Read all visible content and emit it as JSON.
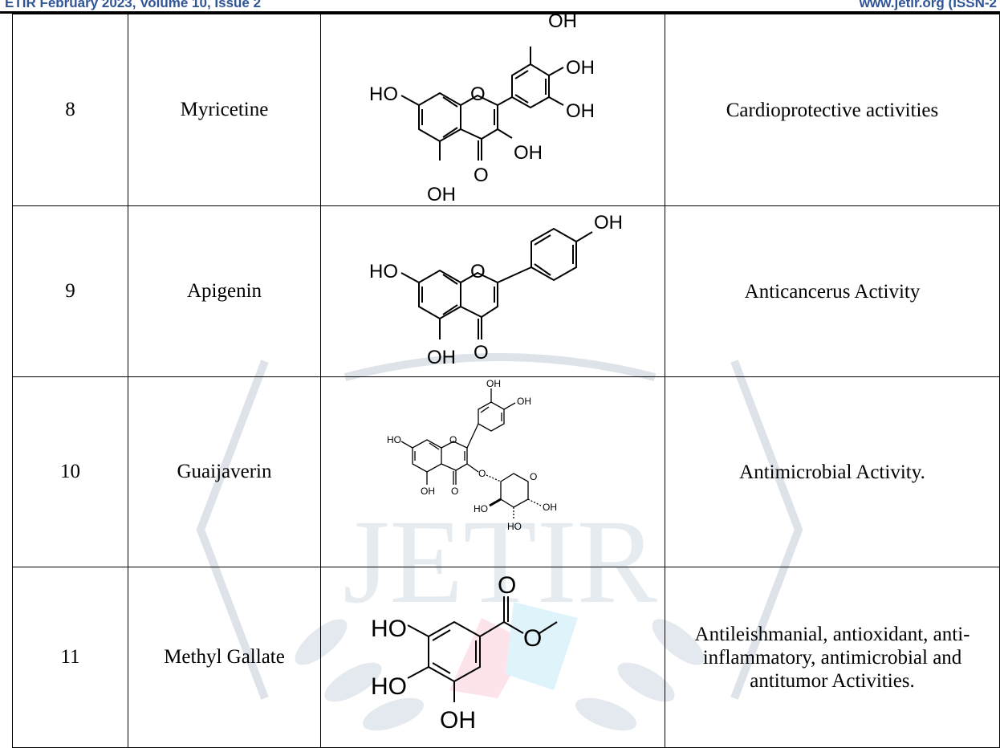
{
  "header": {
    "left": "ETIR February 2023, Volume 10, Issue 2",
    "right": "www.jetir.org (ISSN-2"
  },
  "watermark": {
    "text": "JETIR"
  },
  "rows": [
    {
      "no": "8",
      "name": "Myricetine",
      "activity": "Cardioprotective activities",
      "labels": {
        "oh_top": "OH",
        "oh_right1": "OH",
        "oh_right2": "OH",
        "ho_left": "HO",
        "o_ring": "O",
        "oh_c3": "OH",
        "oh_c5": "OH",
        "o_keto": "O"
      }
    },
    {
      "no": "9",
      "name": "Apigenin",
      "activity": "Anticancerus Activity",
      "labels": {
        "oh_para": "OH",
        "ho_left": "HO",
        "o_ring": "O",
        "oh_c5": "OH",
        "o_keto": "O"
      }
    },
    {
      "no": "10",
      "name": "Guaijaverin",
      "activity": "Antimicrobial Activity.",
      "labels": {
        "oh1": "OH",
        "oh2": "OH",
        "ho_left": "HO",
        "o_ring": "O",
        "o_link": "O",
        "o_sugar": "O",
        "oh_c5": "OH",
        "o_keto": "O",
        "ho_s1": "HO",
        "oh_s2": "OH",
        "ho_s3": "HO"
      }
    },
    {
      "no": "11",
      "name": "Methyl Gallate",
      "activity": "Antileishmanial, antioxidant, anti-inflammatory, antimicrobial and antitumor Activities.",
      "labels": {
        "o_carbonyl": "O",
        "o_ester": "O",
        "ho_1": "HO",
        "ho_2": "HO",
        "oh_3": "OH"
      }
    }
  ]
}
